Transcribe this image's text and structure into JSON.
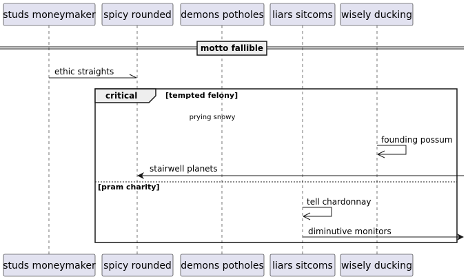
{
  "participants": [
    {
      "label": "studs moneymaker"
    },
    {
      "label": "spicy rounded"
    },
    {
      "label": "demons potholes"
    },
    {
      "label": "liars sitcoms"
    },
    {
      "label": "wisely ducking"
    }
  ],
  "divider": {
    "label": "motto fallible"
  },
  "messages": {
    "m1": "ethic straights",
    "m2": "founding possum",
    "m3": "stairwell planets",
    "m4": "tell chardonnay",
    "m5": "diminutive monitors"
  },
  "fragment": {
    "keyword": "critical",
    "guard1": "[tempted felony]",
    "guard2": "[pram charity]"
  },
  "delay": {
    "label": "prying snowy"
  },
  "colors": {
    "participant_fill": "#E2E2F0",
    "participant_border": "#181818",
    "lifeline": "#181818",
    "arrow": "#181818"
  }
}
